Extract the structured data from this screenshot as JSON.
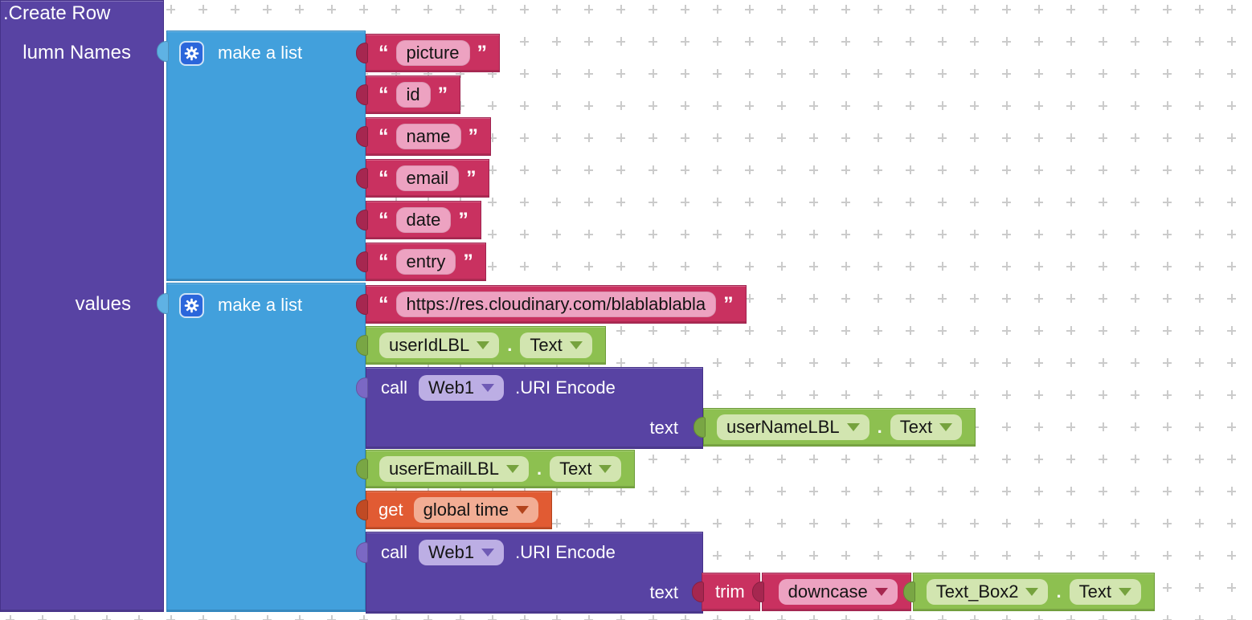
{
  "workspace": {
    "background": "#ffffff",
    "grid_cross_color": "#cbcbcb"
  },
  "colors": {
    "block_purple": "#5843A3",
    "block_blue": "#42A0DC",
    "block_pink": "#C93160",
    "block_green": "#8DC050",
    "block_orange": "#E15B33",
    "gear_button_blue": "#2B66DB",
    "string_field_pink": "#EDA2C1",
    "dropdown_green": "#D2E5B0",
    "dropdown_purple": "#BCAEE4",
    "dropdown_orange": "#F2AD94"
  },
  "quotes": {
    "open": "“",
    "close": "”"
  },
  "create_row": {
    "title": ".Create Row",
    "column_socket_label": "lumn Names",
    "values_socket_label": "values"
  },
  "make_a_list": {
    "label": "make a list"
  },
  "column_names": {
    "items": [
      "picture",
      "id",
      "name",
      "email",
      "date",
      "entry"
    ]
  },
  "values": {
    "url_string": "https://res.cloudinary.com/blablablabla",
    "user_id": {
      "component": "userIdLBL",
      "dot": ".",
      "property": "Text"
    },
    "call_uri_encode_1": {
      "call_label": "call",
      "component": "Web1",
      "method_label": ".URI Encode",
      "arg_label": "text"
    },
    "user_name": {
      "component": "userNameLBL",
      "dot": ".",
      "property": "Text"
    },
    "user_email": {
      "component": "userEmailLBL",
      "dot": ".",
      "property": "Text"
    },
    "get_variable": {
      "get_label": "get",
      "variable": "global time"
    },
    "call_uri_encode_2": {
      "call_label": "call",
      "component": "Web1",
      "method_label": ".URI Encode",
      "arg_label": "text"
    },
    "trim": {
      "label": "trim"
    },
    "downcase": {
      "label": "downcase"
    },
    "text_box": {
      "component": "Text_Box2",
      "dot": ".",
      "property": "Text"
    }
  }
}
